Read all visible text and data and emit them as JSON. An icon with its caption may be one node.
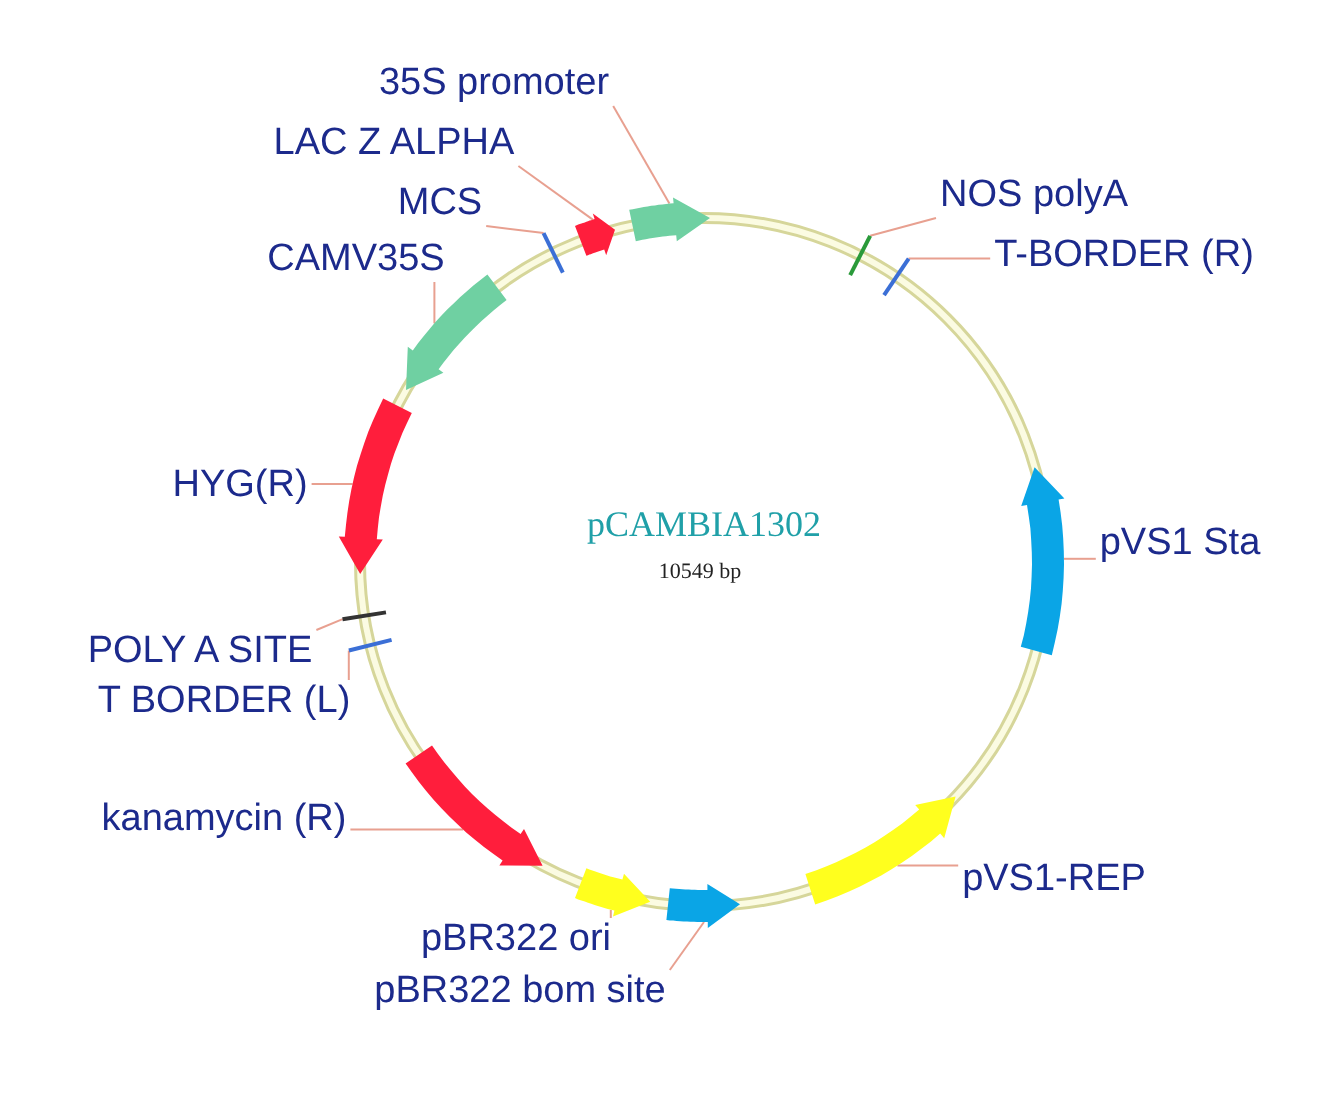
{
  "diagram": {
    "nodes": [
      {
        "text": [
          "35S promoter"
        ]
      },
      {
        "text": [
          "LAC Z ALPHA"
        ]
      },
      {
        "text": [
          "MCS"
        ]
      },
      {
        "text": [
          "CAMV35S"
        ]
      },
      {
        "text": [
          "NOS polyA"
        ]
      },
      {
        "text": [
          "T-BORDER (R)"
        ]
      },
      {
        "text": [
          "HYG(R)"
        ]
      },
      {
        "text": [
          "pVS1 Sta"
        ]
      },
      {
        "text": [
          "POLY A SITE"
        ]
      },
      {
        "text": [
          "T BORDER (L)"
        ]
      },
      {
        "text": [
          "kanamycin (R)"
        ]
      },
      {
        "text": [
          "pVS1-REP"
        ]
      },
      {
        "text": [
          "pBR322 ori"
        ]
      },
      {
        "text": [
          "pBR322 bom site"
        ]
      },
      {
        "text": [],
        "shape": "arrow"
      },
      {
        "text": [],
        "shape": "arrow"
      },
      {
        "text": [],
        "shape": "bar"
      },
      {
        "text": [],
        "shape": "arrow"
      },
      {
        "text": [],
        "shape": "bar"
      },
      {
        "text": [],
        "shape": "bar"
      },
      {
        "text": [],
        "shape": "arrow"
      },
      {
        "text": [],
        "shape": "arrow"
      },
      {
        "text": [],
        "shape": "bar"
      },
      {
        "text": [],
        "shape": "bar"
      },
      {
        "text": [],
        "shape": "arrow"
      },
      {
        "text": [],
        "shape": "arrow"
      },
      {
        "text": [],
        "shape": "arrow"
      },
      {
        "text": [],
        "shape": "arrow"
      }
    ],
    "edges": [
      {
        "from": 0,
        "to": 14,
        "arrow": "none"
      },
      {
        "from": 1,
        "to": 15,
        "arrow": "none"
      },
      {
        "from": 2,
        "to": 16,
        "arrow": "none"
      },
      {
        "from": 3,
        "to": 17,
        "arrow": "none"
      },
      {
        "from": 4,
        "to": 18,
        "arrow": "none"
      },
      {
        "from": 5,
        "to": 19,
        "arrow": "none"
      },
      {
        "from": 6,
        "to": 20,
        "arrow": "none"
      },
      {
        "from": 7,
        "to": 21,
        "arrow": "none"
      },
      {
        "from": 8,
        "to": 22,
        "arrow": "none"
      },
      {
        "from": 9,
        "to": 23,
        "arrow": "none"
      },
      {
        "from": 10,
        "to": 24,
        "arrow": "none"
      },
      {
        "from": 11,
        "to": 25,
        "arrow": "none"
      },
      {
        "from": 12,
        "to": 26,
        "arrow": "none"
      },
      {
        "from": 13,
        "to": 27,
        "arrow": "none"
      }
    ],
    "labels": [
      "pCAMBIA1302",
      "10549 bp"
    ]
  }
}
